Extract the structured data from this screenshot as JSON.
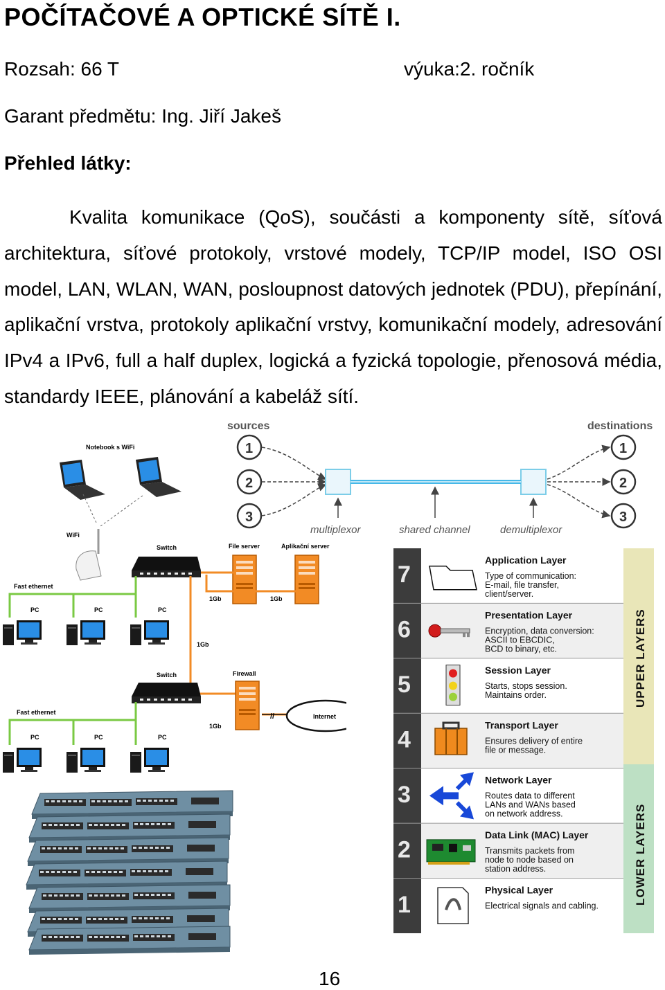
{
  "header": {
    "title": "POČÍTAČOVÉ A OPTICKÉ SÍTĚ I.",
    "scope": "Rozsah: 66 T",
    "teaching": "výuka:2. ročník",
    "guarantor": "Garant předmětu: Ing. Jiří Jakeš",
    "overview_heading": "Přehled látky:"
  },
  "overview_text": "Kvalita komunikace (QoS), součásti a komponenty sítě, síťová architektura, síťové protokoly, vrstové modely, TCP/IP model, ISO OSI model, LAN, WLAN, WAN, posloupnost datových jednotek (PDU), přepínání, aplikační vrstva, protokoly aplikační vrstvy, komunikační modely, adresování IPv4 a IPv6, full a half duplex, logická a fyzická topologie, přenosová média, standardy IEEE, plánování a kabeláž sítí.",
  "multiplex_figure": {
    "sources_label": "sources",
    "destinations_label": "destinations",
    "source_numbers": [
      "1",
      "2",
      "3"
    ],
    "destination_numbers": [
      "1",
      "2",
      "3"
    ],
    "multiplexor_label": "multiplexor",
    "shared_channel_label": "shared channel",
    "demultiplexor_label": "demultiplexor"
  },
  "network_figure": {
    "notebook_label": "Notebook s WiFi",
    "wifi_label": "WiFi",
    "switch_label_top": "Switch",
    "file_server_label": "File server",
    "app_server_label": "Aplikační server",
    "fast_ethernet_top": "Fast ethernet",
    "pc_label": "PC",
    "link_1gb": "1Gb",
    "switch_label_bottom": "Switch",
    "firewall_label": "Firewall",
    "internet_label": "Internet",
    "fast_ethernet_bottom": "Fast ethernet"
  },
  "osi_figure": {
    "layers": [
      {
        "number": "7",
        "name": "Application Layer",
        "desc": [
          "Type of communication:",
          "E-mail, file transfer,",
          "client/server."
        ],
        "icon": "folder-icon"
      },
      {
        "number": "6",
        "name": "Presentation Layer",
        "desc": [
          "Encryption, data conversion:",
          "ASCII to EBCDIC,",
          "BCD to binary, etc."
        ],
        "icon": "key-icon"
      },
      {
        "number": "5",
        "name": "Session Layer",
        "desc": [
          "Starts, stops session.",
          "Maintains order."
        ],
        "icon": "traffic-light-icon"
      },
      {
        "number": "4",
        "name": "Transport Layer",
        "desc": [
          "Ensures delivery of entire",
          "file or message."
        ],
        "icon": "suitcase-icon"
      },
      {
        "number": "3",
        "name": "Network Layer",
        "desc": [
          "Routes data to different",
          "LANs and WANs based",
          "on network address."
        ],
        "icon": "arrows-icon"
      },
      {
        "number": "2",
        "name": "Data Link (MAC) Layer",
        "desc": [
          "Transmits packets from",
          "node to node based on",
          "station address."
        ],
        "icon": "network-card-icon"
      },
      {
        "number": "1",
        "name": "Physical Layer",
        "desc": [
          "Electrical signals and cabling."
        ],
        "icon": "cable-icon"
      }
    ],
    "upper_layers_label": "UPPER LAYERS",
    "lower_layers_label": "LOWER LAYERS"
  },
  "page_number": "16"
}
